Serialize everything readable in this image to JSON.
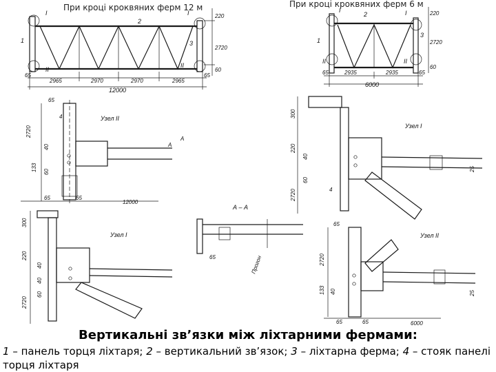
{
  "captions": {
    "left": "При кроці кроквяних ферм 12 м",
    "right": "При кроці кроквяних ферм 6 м"
  },
  "drawing": {
    "top_left": {
      "dims": [
        "65",
        "2965",
        "2970",
        "2970",
        "2965",
        "65",
        "12000",
        "220",
        "2720",
        "60"
      ],
      "labels": [
        "I",
        "II",
        "II",
        "I",
        "1",
        "2",
        "3"
      ]
    },
    "top_right": {
      "dims": [
        "65",
        "2935",
        "2935",
        "65",
        "6000",
        "220",
        "2720",
        "60"
      ],
      "labels": [
        "I",
        "II",
        "II",
        "I",
        "1",
        "2",
        "3"
      ]
    },
    "node_ii_left": {
      "title": "Узел II",
      "dims": [
        "65",
        "2720",
        "40",
        "133",
        "60",
        "65",
        "65",
        "12000"
      ],
      "labels": [
        "4",
        "A",
        "A"
      ]
    },
    "node_i_left": {
      "title": "Узел I",
      "dims": [
        "300",
        "220",
        "40",
        "40",
        "60",
        "2720"
      ]
    },
    "section_aa": {
      "title": "А – А",
      "dims": [
        "65",
        "Прогон"
      ]
    },
    "node_i_right": {
      "title": "Узел I",
      "dims": [
        "300",
        "220",
        "40",
        "60",
        "2720",
        "25"
      ],
      "labels": [
        "4"
      ]
    },
    "node_ii_right": {
      "title": "Узел II",
      "dims": [
        "65",
        "2720",
        "133",
        "40",
        "25",
        "65",
        "65",
        "6000"
      ]
    }
  },
  "footer": {
    "title": "Вертикальні зв’язки між ліхтарними фермами:",
    "legend": [
      {
        "num": "1",
        "text": " – панель торця ліхтаря; "
      },
      {
        "num": "2",
        "text": " – вертикальний зв’язок; "
      },
      {
        "num": "3",
        "text": " – ліхтарна ферма; "
      },
      {
        "num": "4",
        "text": " – стояк панелі торця ліхтаря"
      }
    ]
  }
}
